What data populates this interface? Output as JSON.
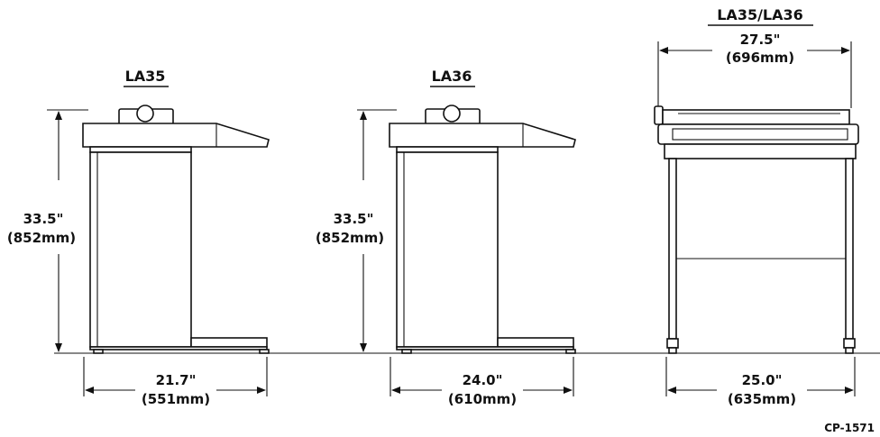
{
  "views": {
    "la35": {
      "title": "LA35",
      "height_in": "33.5\"",
      "height_mm": "(852mm)",
      "width_in": "21.7\"",
      "width_mm": "(551mm)"
    },
    "la36": {
      "title": "LA36",
      "height_in": "33.5\"",
      "height_mm": "(852mm)",
      "width_in": "24.0\"",
      "width_mm": "(610mm)"
    },
    "front": {
      "title": "LA35/LA36",
      "top_width_in": "27.5\"",
      "top_width_mm": "(696mm)",
      "width_in": "25.0\"",
      "width_mm": "(635mm)"
    }
  },
  "figure_code": "CP-1571"
}
